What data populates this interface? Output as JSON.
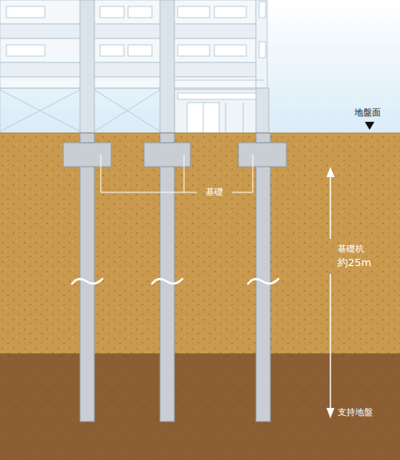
{
  "diagram": {
    "labels": [
      "地盤面",
      "基礎",
      "基礎杭",
      "約25m",
      "支持地盤"
    ]
  }
}
